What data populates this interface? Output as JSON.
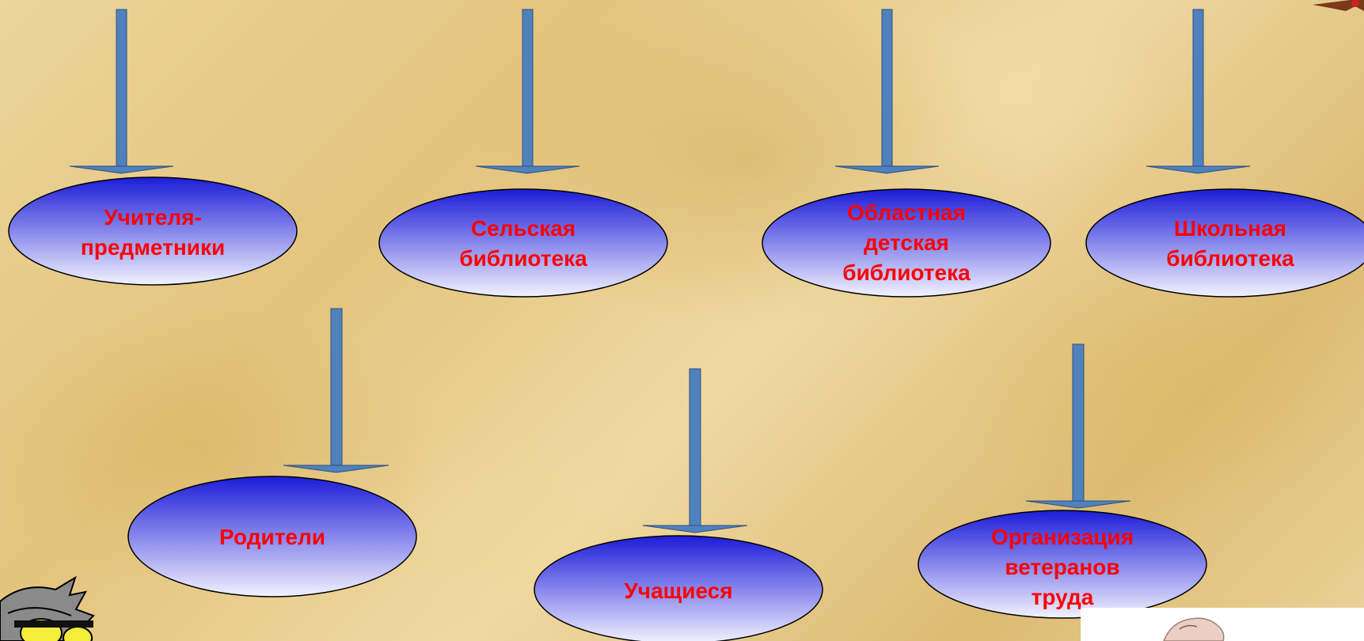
{
  "colors": {
    "ellipse_top": "#1c1cd8",
    "ellipse_bottom": "#f2f2ff",
    "label": "#ff0000",
    "arrow": "#4f81bd"
  },
  "nodes": [
    {
      "id": "teachers",
      "lines": [
        "Учителя-",
        "предметники"
      ]
    },
    {
      "id": "village-library",
      "lines": [
        "Сельская",
        "библиотека"
      ]
    },
    {
      "id": "regional-childrens-library",
      "lines": [
        "Областная",
        "детская",
        "библиотека"
      ]
    },
    {
      "id": "school-library",
      "lines": [
        "Школьная",
        "библиотека"
      ]
    },
    {
      "id": "parents",
      "lines": [
        "Родители"
      ]
    },
    {
      "id": "students",
      "lines": [
        "Учащиеся"
      ]
    },
    {
      "id": "veterans-organization",
      "lines": [
        "Организация",
        "ветеранов",
        "труда"
      ]
    }
  ]
}
